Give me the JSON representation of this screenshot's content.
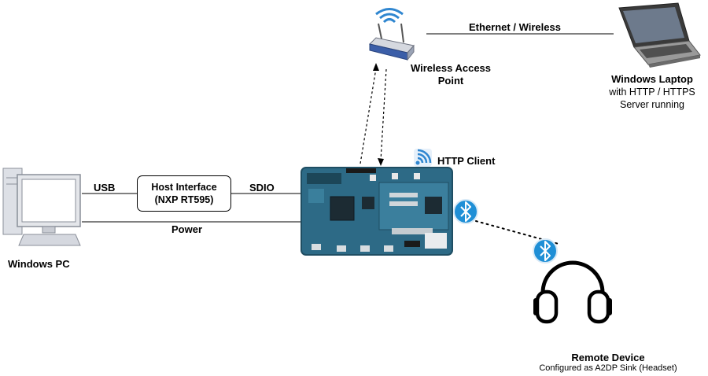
{
  "labels": {
    "ethernet_link": "Ethernet / Wireless",
    "access_point_line1": "Wireless Access",
    "access_point_line2": "Point",
    "laptop_title": "Windows Laptop",
    "laptop_sub1": "with HTTP / HTTPS",
    "laptop_sub2": "Server running",
    "http_client": "HTTP Client",
    "usb": "USB",
    "sdio": "SDIO",
    "power": "Power",
    "host_line1": "Host Interface",
    "host_line2": "(NXP RT595)",
    "windows_pc": "Windows PC",
    "remote_title": "Remote Device",
    "remote_sub": "Configured as A2DP Sink (Headset)"
  },
  "icons": {
    "access_point": "wireless-router-icon",
    "laptop": "laptop-icon",
    "pc": "desktop-computer-icon",
    "board": "dev-board-icon",
    "wifi": "wifi-signal-icon",
    "bluetooth": "bluetooth-icon",
    "headset": "headphones-icon"
  },
  "colors": {
    "board": "#2d6a86",
    "bluetooth": "#1f8fd6",
    "wifi": "#2f86d0",
    "router_blue": "#3b5ea8"
  }
}
